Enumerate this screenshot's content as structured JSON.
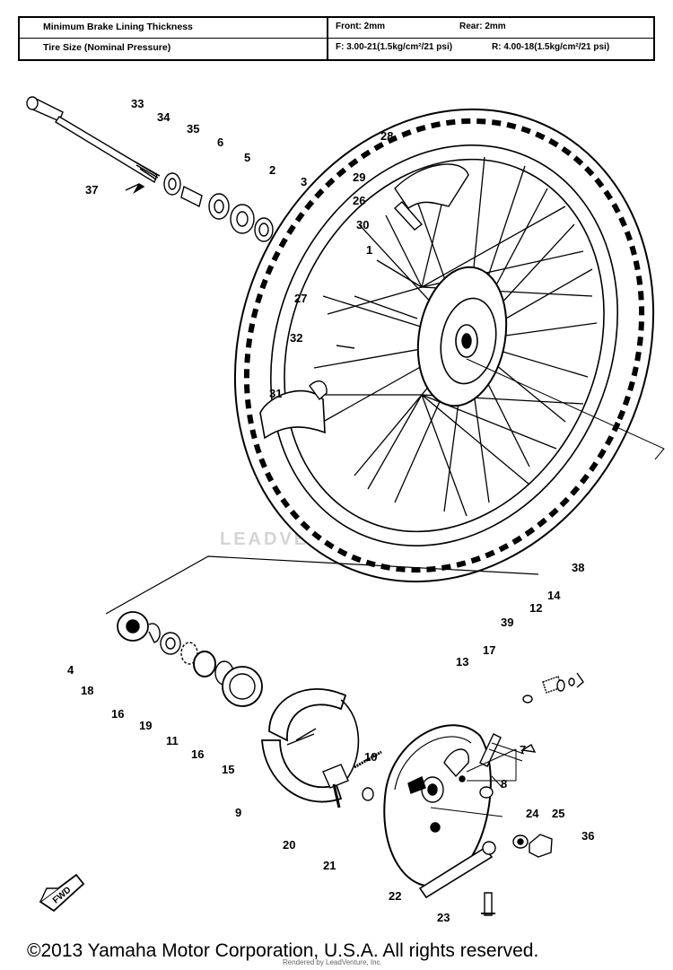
{
  "spec_table": {
    "rows": [
      {
        "label": "Minimum Brake Lining Thickness",
        "front": "Front: 2mm",
        "rear": "Rear: 2mm"
      },
      {
        "label": "Tire Size (Nominal Pressure)",
        "front": "F:  3.00-21(1.5kg/cm²/21 psi)",
        "rear": "R:  4.00-18(1.5kg/cm²/21 psi)"
      }
    ]
  },
  "callouts": [
    "33",
    "34",
    "35",
    "6",
    "5",
    "2",
    "3",
    "37",
    "28",
    "29",
    "26",
    "30",
    "1",
    "27",
    "32",
    "31",
    "38",
    "39",
    "12",
    "14",
    "13",
    "17",
    "4",
    "18",
    "16",
    "19",
    "11",
    "16",
    "15",
    "10",
    "7",
    "8",
    "9",
    "20",
    "21",
    "24",
    "25",
    "36",
    "22",
    "23"
  ],
  "watermark": "LEADVENTURE",
  "fwd_label": "FWD",
  "footer": {
    "copyright": "©2013 Yamaha Motor Corporation, U.S.A. All rights reserved.",
    "rendered": "Rendered by LeadVenture, Inc."
  }
}
